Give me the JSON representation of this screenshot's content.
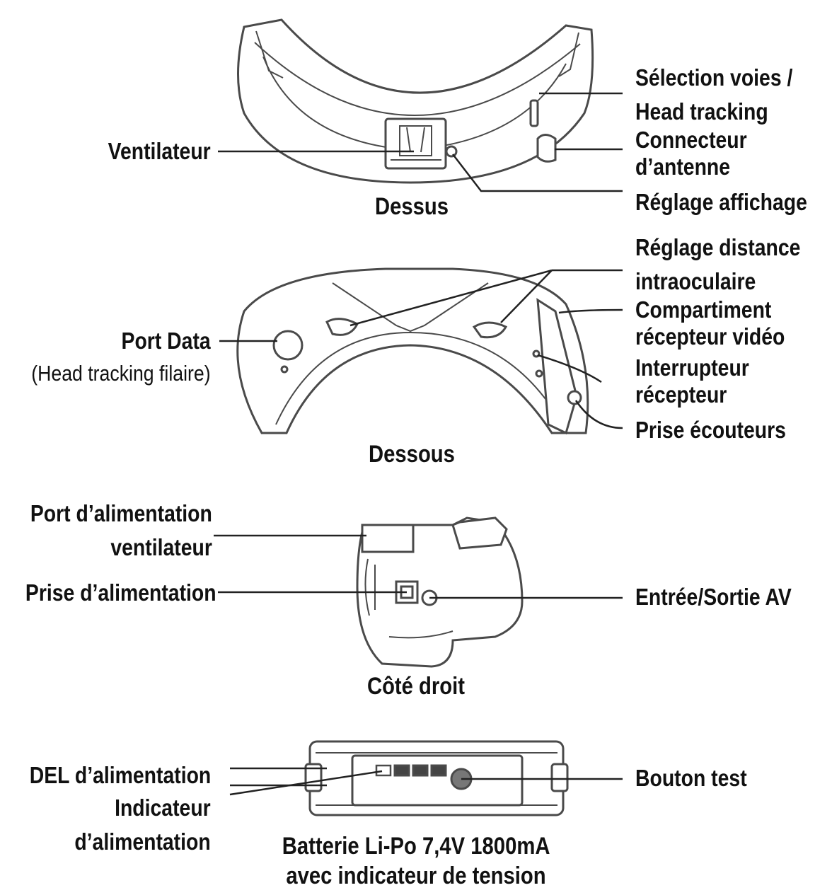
{
  "colors": {
    "ink": "#111111",
    "line": "#222222",
    "stroke": "#4a4a4a",
    "fill": "#ffffff",
    "button": "#777777"
  },
  "views": {
    "top": {
      "caption": "Dessus",
      "labels": {
        "fan": "Ventilateur",
        "channel_select_1": "Sélection voies /",
        "channel_select_2": "Head tracking",
        "antenna_1": "Connecteur",
        "antenna_2": "d’antenne",
        "display_adjust": "Réglage affichage"
      }
    },
    "bottom": {
      "caption": "Dessous",
      "labels": {
        "ipd_1": "Réglage distance",
        "ipd_2": "intraoculaire",
        "data_port": "Port Data",
        "data_port_sub": "(Head tracking filaire)",
        "receiver_bay_1": "Compartiment",
        "receiver_bay_2": "récepteur vidéo",
        "receiver_switch_1": "Interrupteur",
        "receiver_switch_2": "récepteur",
        "headphone_jack": "Prise écouteurs"
      }
    },
    "side": {
      "caption": "Côté droit",
      "labels": {
        "fan_power_1": "Port d’alimentation",
        "fan_power_2": "ventilateur",
        "power_jack": "Prise d’alimentation",
        "av_io": "Entrée/Sortie AV"
      }
    },
    "battery": {
      "caption_1": "Batterie Li-Po 7,4V 1800mA",
      "caption_2": "avec indicateur de tension",
      "labels": {
        "power_led": "DEL d’alimentation",
        "indicator_1": "Indicateur",
        "indicator_2": "d’alimentation",
        "test_button": "Bouton test"
      }
    }
  }
}
